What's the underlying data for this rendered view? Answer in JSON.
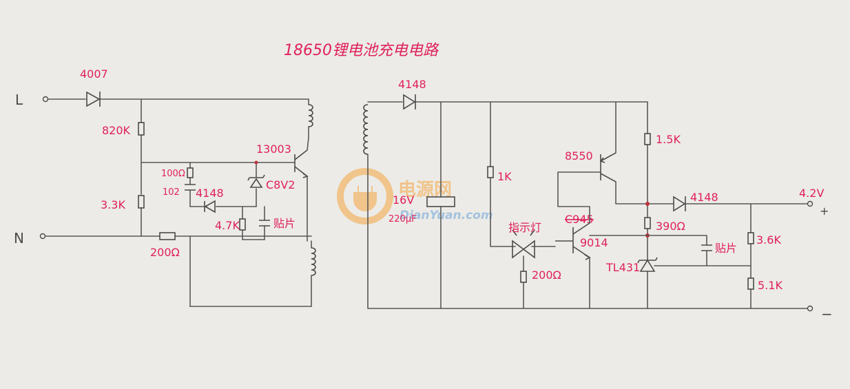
{
  "title": "18650锂电池充电电路",
  "terminals": {
    "L": "L",
    "N": "N",
    "plus": "+",
    "minus": "−"
  },
  "primary": {
    "d_in": "4007",
    "r1": "820K",
    "r2": "3.3K",
    "q1": "13003",
    "r_base": "100Ω",
    "c1": "102",
    "zener": "C8V2",
    "d2": "4148",
    "r3": "4.7K",
    "c_smd": "贴片",
    "r_sense": "200Ω"
  },
  "secondary": {
    "d_out": "4148",
    "cap_v": "16V",
    "cap_uf": "220μF",
    "r_1k": "1K",
    "q_pnp": "8550",
    "led": "指示灯",
    "r_led": "200Ω",
    "q_npn_struck": "C945",
    "q_npn": "9014",
    "r_15k": "1.5K",
    "d_bat": "4148",
    "r_390": "390Ω",
    "ref": "TL431",
    "c_smd": "贴片",
    "r_36k": "3.6K",
    "r_51k": "5.1K",
    "v_out": "4.2V"
  },
  "watermark": {
    "cn": "电源网",
    "en": "DianYuan.com"
  },
  "colors": {
    "ink": "#585858",
    "label": "#e0205a",
    "paper": "#ecebe7",
    "logo": "#f4a640"
  }
}
